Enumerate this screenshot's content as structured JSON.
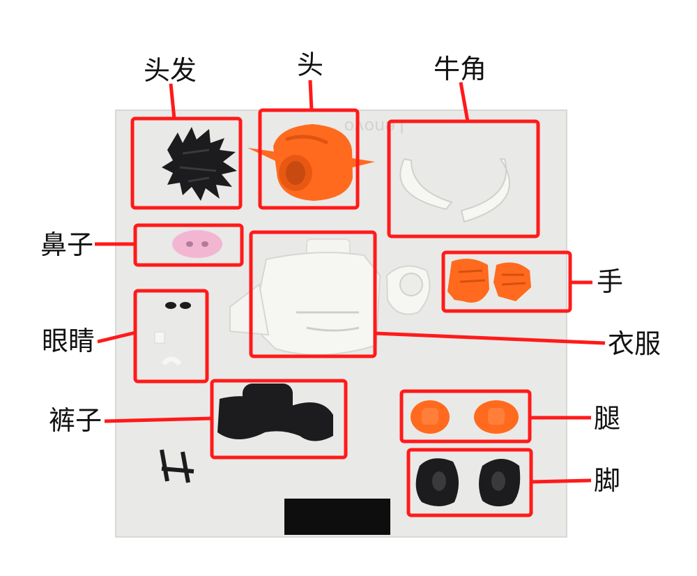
{
  "colors": {
    "board": "#e9e9e7",
    "box": "#ff1a1a",
    "leader": "#ff1a1a",
    "orange": "#ff6a1e",
    "black_part": "#1c1c1e",
    "white_part": "#f6f6f3",
    "pink": "#f2b6d3"
  },
  "labels": {
    "hair": "头发",
    "head": "头",
    "horns": "牛角",
    "nose": "鼻子",
    "hands": "手",
    "eyes": "眼睛",
    "clothes": "衣服",
    "pants": "裤子",
    "legs": "腿",
    "feet": "脚"
  },
  "board_text": "Lenovo"
}
